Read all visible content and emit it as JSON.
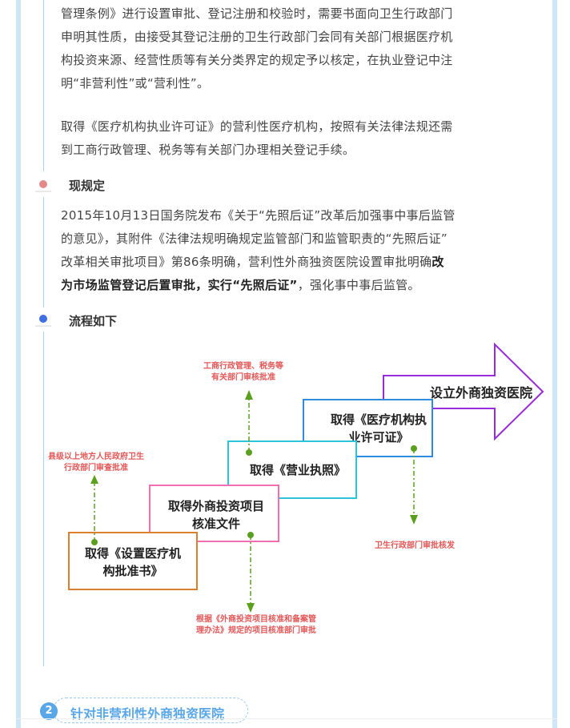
{
  "intro": {
    "p1_lines": [
      "管理条例》进行设置审批、登记注册和校验时，需要书面向卫生行政部门",
      "申明其性质，由接受其登记注册的卫生行政部门会同有关部门根据医疗机",
      "构投资来源、经营性质等有关分类界定的规定予以核定，在执业登记中注",
      "明“非营利性”或“营利性”。"
    ],
    "p2_lines": [
      "取得《医疗机构执业许可证》的营利性医疗机构，按照有关法律法规还需",
      "到工商行政管理、税务等有关部门办理相关登记手续。"
    ]
  },
  "section_current": {
    "title": "现规定",
    "line1": "2015年10月13日国务院发布《关于“先照后证”改革后加强事中事后监管",
    "line2": "的意见》，其附件《法律法规明确规定监管部门和监管职责的“先照后证”",
    "line3_normal": "改革相关审批项目》第86条明确，营利性外商独资医院设置审批明确",
    "line3_bold": "改",
    "line4_bold": "为市场监管登记后置审批，实行“先照后证”",
    "line4_normal": "，强化事中事后监管。"
  },
  "section_flow": {
    "title": "流程如下",
    "steps": [
      {
        "line1": "取得《设置医疗机",
        "line2": "构批准书》"
      },
      {
        "line1": "取得外商投资项目",
        "line2": "核准文件"
      },
      {
        "line1": "取得《营业执照》",
        "line2": ""
      },
      {
        "line1": "取得《医疗机构执",
        "line2": "业许可证》"
      },
      {
        "line1": "设立外商独资医院",
        "line2": ""
      }
    ],
    "notes": {
      "county": {
        "line1": "县级以上地方人民政府卫生",
        "line2": "行政部门审查批准"
      },
      "commerce": {
        "line1": "工商行政管理、税务等",
        "line2": "有关部门审核批准"
      },
      "investment": {
        "line1": "根据《外商投资项目核准和备案管",
        "line2": "理办法》规定的项目核准部门审批"
      },
      "health": {
        "line1": "卫生行政部门审批核发",
        "line2": ""
      }
    },
    "colors": {
      "step1": "#d97f2e",
      "step2": "#ef6fb0",
      "step3": "#2ec3d6",
      "step4": "#2f8be0",
      "step5": "#9a2bd8",
      "note": "#e25757",
      "arrow": "#5aa01e"
    }
  },
  "section_next": {
    "number": "2",
    "title": "针对非营利性外商独资医院"
  }
}
